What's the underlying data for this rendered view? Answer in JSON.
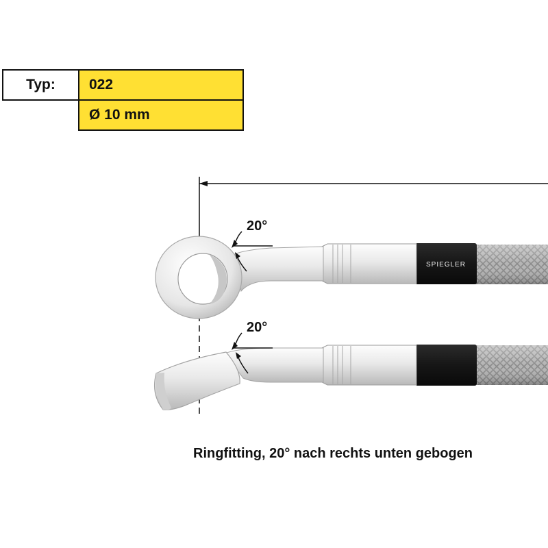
{
  "spec": {
    "type_label": "Typ:",
    "type_value": "022",
    "diameter_value": "Ø 10 mm"
  },
  "angles": {
    "top_label": "20°",
    "bottom_label": "20°"
  },
  "brand_band": {
    "label": "SPIEGLER"
  },
  "caption": "Ringfitting, 20° nach rechts unten gebogen",
  "colors": {
    "highlight": "#ffe033",
    "outline": "#111111",
    "fitting_silver": "#e8e8e8",
    "band_black": "#1a1a1a",
    "braid_gray": "#a9a9a9"
  }
}
